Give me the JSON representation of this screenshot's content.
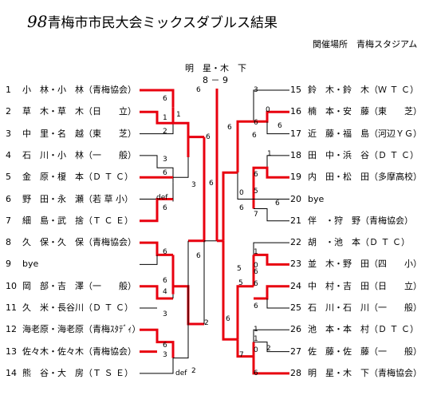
{
  "header": {
    "year": "98",
    "title": "青梅市市民大会ミックスダブルス結果",
    "venue": "関催場所　青梅スタジアム"
  },
  "champion": {
    "name": "明　星・木　下",
    "score": "8 － 9"
  },
  "left_entries": [
    {
      "no": "1",
      "name": "小　林・小　林（青梅協会）"
    },
    {
      "no": "2",
      "name": "草　木・草　木（日　　立）"
    },
    {
      "no": "3",
      "name": "中　里・名　越（東　　芝）"
    },
    {
      "no": "4",
      "name": "石　川・小　林（一　　般）"
    },
    {
      "no": "5",
      "name": "金　原・榎　本（Ｄ Ｔ Ｃ）"
    },
    {
      "no": "6",
      "name": "野　田・永　瀬（若 草 小）"
    },
    {
      "no": "7",
      "name": "細　島・武　捨（Ｔ Ｃ Ｅ）"
    },
    {
      "no": "8",
      "name": "久　保・久　保（青梅協会）"
    },
    {
      "no": "9",
      "name": "bye"
    },
    {
      "no": "10",
      "name": "岡　部・吉　澤（一　　般）"
    },
    {
      "no": "11",
      "name": "久　米・長谷川（Ｄ Ｔ Ｃ）"
    },
    {
      "no": "12",
      "name": "海老原・海老原（青梅ｽﾀﾃﾞｨ）"
    },
    {
      "no": "13",
      "name": "佐々木・佐々木（青梅協会）"
    },
    {
      "no": "14",
      "name": "熊　谷・大　房（Ｔ Ｓ Ｅ）"
    }
  ],
  "right_entries": [
    {
      "no": "15",
      "name": "鈴　木・鈴　木（Ｗ Ｔ Ｃ）"
    },
    {
      "no": "16",
      "name": "楠　本・安　藤（東　　芝）"
    },
    {
      "no": "17",
      "name": "近　藤・福　島（河辺ＹＧ）"
    },
    {
      "no": "18",
      "name": "田　中・浜　谷（Ｄ Ｔ Ｃ）"
    },
    {
      "no": "19",
      "name": "内　田・松　田（多摩高校）"
    },
    {
      "no": "20",
      "name": "bye"
    },
    {
      "no": "21",
      "name": "伴　・狩　野（青梅協会）"
    },
    {
      "no": "22",
      "name": "胡　・池　本（Ｄ Ｔ Ｃ）"
    },
    {
      "no": "23",
      "name": "並　木・野　田（四　　小）"
    },
    {
      "no": "24",
      "name": "中　村・吉　田（日　　立）"
    },
    {
      "no": "25",
      "name": "石　川・石　川（一　　般）"
    },
    {
      "no": "26",
      "name": "池　本・本　村（Ｄ Ｔ Ｃ）"
    },
    {
      "no": "27",
      "name": "佐　藤・佐　藤（一　　般）"
    },
    {
      "no": "28",
      "name": "明　星・木　下（青梅協会）"
    }
  ],
  "left_r1_scores": [
    {
      "v": "6"
    },
    {
      "v": "1"
    },
    {
      "v": "2"
    },
    {
      "v": "3"
    },
    {
      "v": "6"
    },
    {
      "v": "def"
    },
    {
      "v": "6"
    },
    {
      "v": "6"
    },
    {
      "v": "6"
    },
    {
      "v": "4"
    },
    {
      "v": "3"
    },
    {
      "v": "6"
    },
    {
      "v": "3"
    },
    {
      "v": "def"
    }
  ],
  "left_r2_scores": [
    "6",
    "3",
    "6",
    "2"
  ],
  "left_r3_scores": [
    "1",
    "2",
    "6"
  ],
  "right_scores": [
    "3",
    "0",
    "6",
    "1",
    "6",
    "5",
    "6",
    "6",
    "1",
    "0",
    "6",
    "6",
    "5",
    "1",
    "0",
    "7",
    "6",
    "6",
    "2",
    "6",
    "0",
    "6",
    "5",
    "7",
    "6",
    "6",
    "1",
    "6"
  ],
  "line_colors": {
    "winner": "#e8000f",
    "normal": "#000000"
  }
}
